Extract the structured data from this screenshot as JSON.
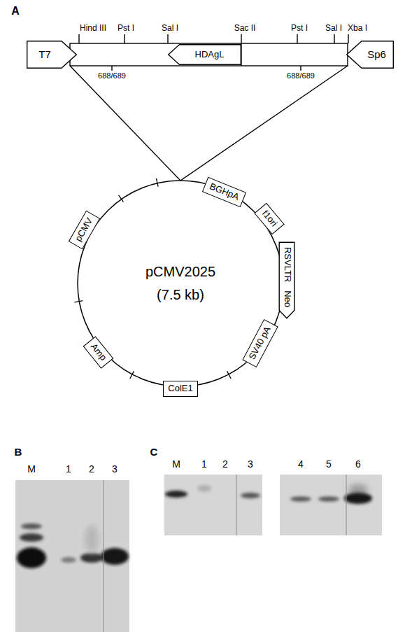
{
  "diagram": {
    "nodes": [
      {
        "text": [
          "T7"
        ]
      },
      {
        "text": [
          "HDAgL"
        ]
      },
      {
        "text": [
          "Sp6"
        ]
      },
      {
        "text": [
          "pCMV2025",
          "(7.5 kb)"
        ]
      },
      {
        "text": [
          "pCMV"
        ]
      },
      {
        "text": [
          "BGHpA"
        ]
      },
      {
        "text": [
          "f1ori"
        ]
      },
      {
        "text": [
          "RSVLTR",
          "Neo"
        ]
      },
      {
        "text": [
          "SV40 pA"
        ]
      },
      {
        "text": [
          "ColE1"
        ]
      },
      {
        "text": [
          "Amp"
        ]
      }
    ],
    "labels": [
      "A",
      "Hind III",
      "Pst I",
      "Sal I",
      "Sac II",
      "Pst I",
      "Sal I",
      "Xba I",
      "688/689",
      "688/689",
      "B",
      "M",
      "1",
      "2",
      "3",
      "C",
      "M",
      "1",
      "2",
      "3",
      "4",
      "5",
      "6"
    ]
  }
}
